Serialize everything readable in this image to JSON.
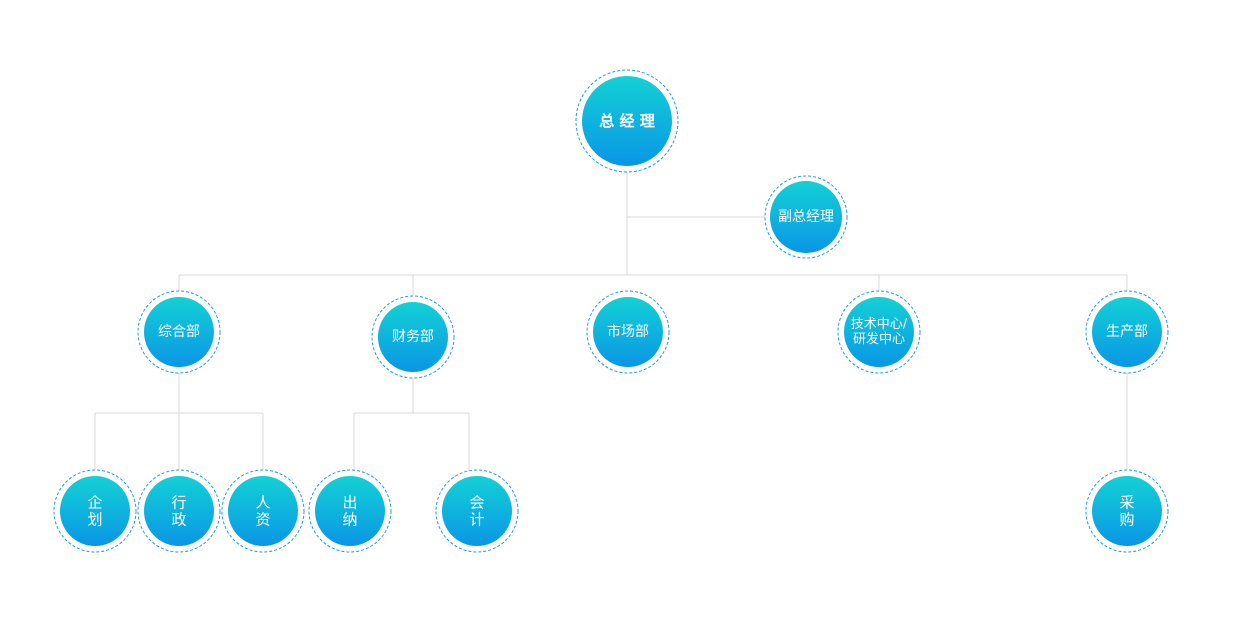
{
  "org_chart": {
    "nodes": [
      {
        "id": "ceo",
        "label": "总 经 理",
        "parent": null,
        "level": 0
      },
      {
        "id": "deputy",
        "label": "副总经理",
        "parent": "ceo",
        "level": 0.5
      },
      {
        "id": "general",
        "label": "综合部",
        "parent": "ceo",
        "level": 1
      },
      {
        "id": "finance",
        "label": "财务部",
        "parent": "ceo",
        "level": 1
      },
      {
        "id": "market",
        "label": "市场部",
        "parent": "ceo",
        "level": 1
      },
      {
        "id": "tech",
        "label": "技术中心/研发中心",
        "lines": [
          "技术中心/",
          "研发中心"
        ],
        "parent": "ceo",
        "level": 1
      },
      {
        "id": "production",
        "label": "生产部",
        "parent": "ceo",
        "level": 1
      },
      {
        "id": "planning",
        "label": "企划",
        "lines": [
          "企",
          "划"
        ],
        "parent": "general",
        "level": 2
      },
      {
        "id": "admin",
        "label": "行政",
        "lines": [
          "行",
          "政"
        ],
        "parent": "general",
        "level": 2
      },
      {
        "id": "hr",
        "label": "人资",
        "lines": [
          "人",
          "资"
        ],
        "parent": "general",
        "level": 2
      },
      {
        "id": "cashier",
        "label": "出纳",
        "lines": [
          "出",
          "纳"
        ],
        "parent": "finance",
        "level": 2
      },
      {
        "id": "accounting",
        "label": "会计",
        "lines": [
          "会",
          "计"
        ],
        "parent": "finance",
        "level": 2
      },
      {
        "id": "purchasing",
        "label": "采购",
        "lines": [
          "采",
          "购"
        ],
        "parent": "production",
        "level": 2
      }
    ],
    "colors": {
      "gradient_top": "#13d1d5",
      "gradient_bottom": "#0a96e6",
      "ring": "#1e9ce6",
      "connector": "#d8d8d8",
      "label": "#ffffff"
    }
  }
}
